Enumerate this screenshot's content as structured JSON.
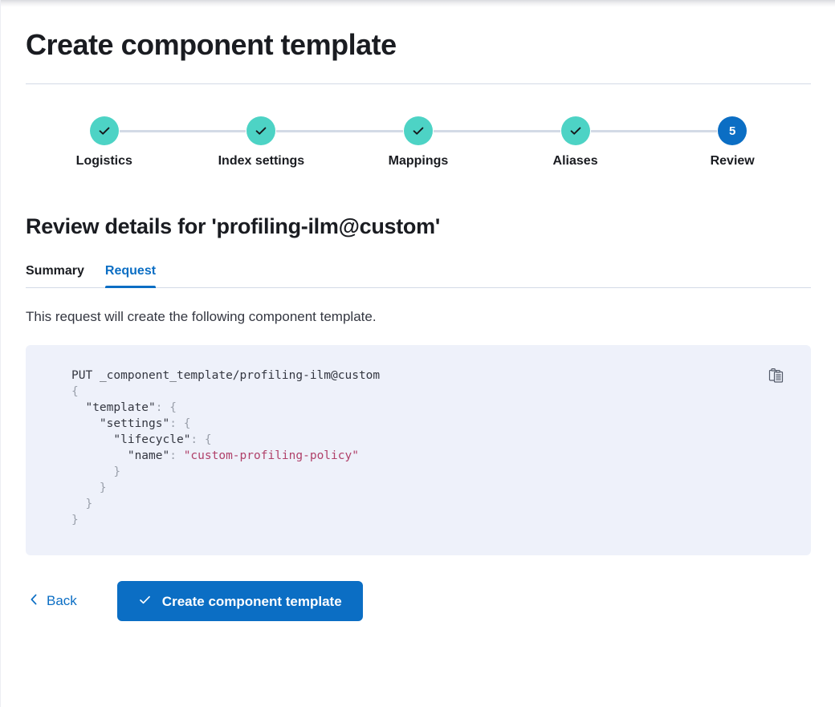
{
  "header": {
    "title": "Create component template"
  },
  "stepper": {
    "steps": [
      {
        "label": "Logistics",
        "state": "complete",
        "icon": "check-icon"
      },
      {
        "label": "Index settings",
        "state": "complete",
        "icon": "check-icon"
      },
      {
        "label": "Mappings",
        "state": "complete",
        "icon": "check-icon"
      },
      {
        "label": "Aliases",
        "state": "complete",
        "icon": "check-icon"
      },
      {
        "label": "Review",
        "state": "current",
        "number": "5"
      }
    ],
    "complete_color": "#4dd3c5",
    "current_color": "#0b6ec4",
    "line_color": "#d3dae6"
  },
  "review": {
    "title": "Review details for 'profiling-ilm@custom'",
    "tabs": [
      {
        "label": "Summary",
        "active": false
      },
      {
        "label": "Request",
        "active": true
      }
    ],
    "description": "This request will create the following component template.",
    "copy_icon": "clipboard-copy-icon",
    "code": {
      "method": "PUT",
      "path": "_component_template/profiling-ilm@custom",
      "body_lines": [
        "{",
        "  \"template\": {",
        "    \"settings\": {",
        "      \"lifecycle\": {",
        "        \"name\": \"custom-profiling-policy\"",
        "      }",
        "    }",
        "  }",
        "}"
      ],
      "string_value": "custom-profiling-policy",
      "background": "#eef1fa",
      "string_color": "#b0416a"
    }
  },
  "footer": {
    "back_label": "Back",
    "back_icon": "chevron-left-icon",
    "submit_label": "Create component template",
    "submit_icon": "check-icon",
    "submit_color": "#0b6ec4"
  }
}
